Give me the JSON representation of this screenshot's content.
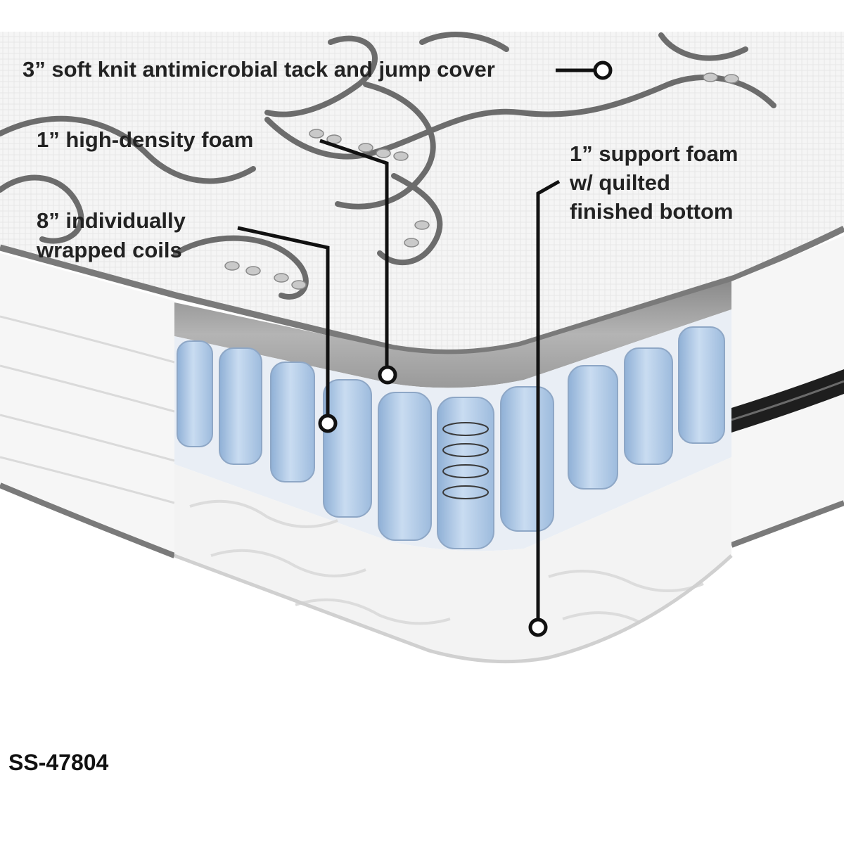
{
  "callouts": {
    "cover": {
      "text": "3” soft knit antimicrobial tack and jump cover"
    },
    "high_density_foam": {
      "text": "1” high-density foam"
    },
    "coils": {
      "line1": "8” individually",
      "line2": "wrapped coils"
    },
    "support_foam": {
      "line1": "1” support foam",
      "line2": "w/ quilted",
      "line3": "finished bottom"
    }
  },
  "model_number": "SS-47804",
  "colors": {
    "leader_line": "#111111",
    "label_text": "#222222",
    "coil_fabric": "#b7d0ec",
    "foam_layer": "#9a9a9a",
    "quilt_pattern": "#6c6c6c",
    "edge_binding": "#7a7a7a"
  }
}
